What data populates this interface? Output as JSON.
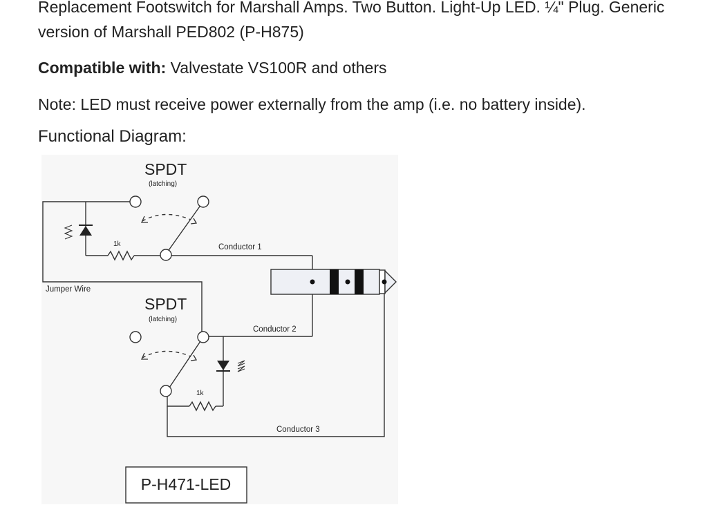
{
  "text": {
    "line1": "Replacement Footswitch for Marshall Amps. Two Button. Light-Up LED. ¼\" Plug. Generic",
    "line2": "version of Marshall PED802 (P-H875)",
    "compatible_label": "Compatible with:",
    "compatible_value": " Valvestate VS100R and others",
    "note": "Note: LED must receive power externally from the amp (i.e. no battery inside).",
    "diagram_heading": "Functional Diagram:"
  },
  "diagram": {
    "switch1_title": "SPDT",
    "switch1_sub": "(latching)",
    "switch2_title": "SPDT",
    "switch2_sub": "(latching)",
    "resistor1_label": "1k",
    "resistor2_label": "1k",
    "conductor1": "Conductor 1",
    "conductor2": "Conductor 2",
    "conductor3": "Conductor 3",
    "jumper": "Jumper Wire",
    "part_number": "P-H471-LED"
  },
  "colors": {
    "text": "#222222",
    "diagram_bg": "#f7f7f7",
    "plug_fill": "#eef0f5"
  }
}
